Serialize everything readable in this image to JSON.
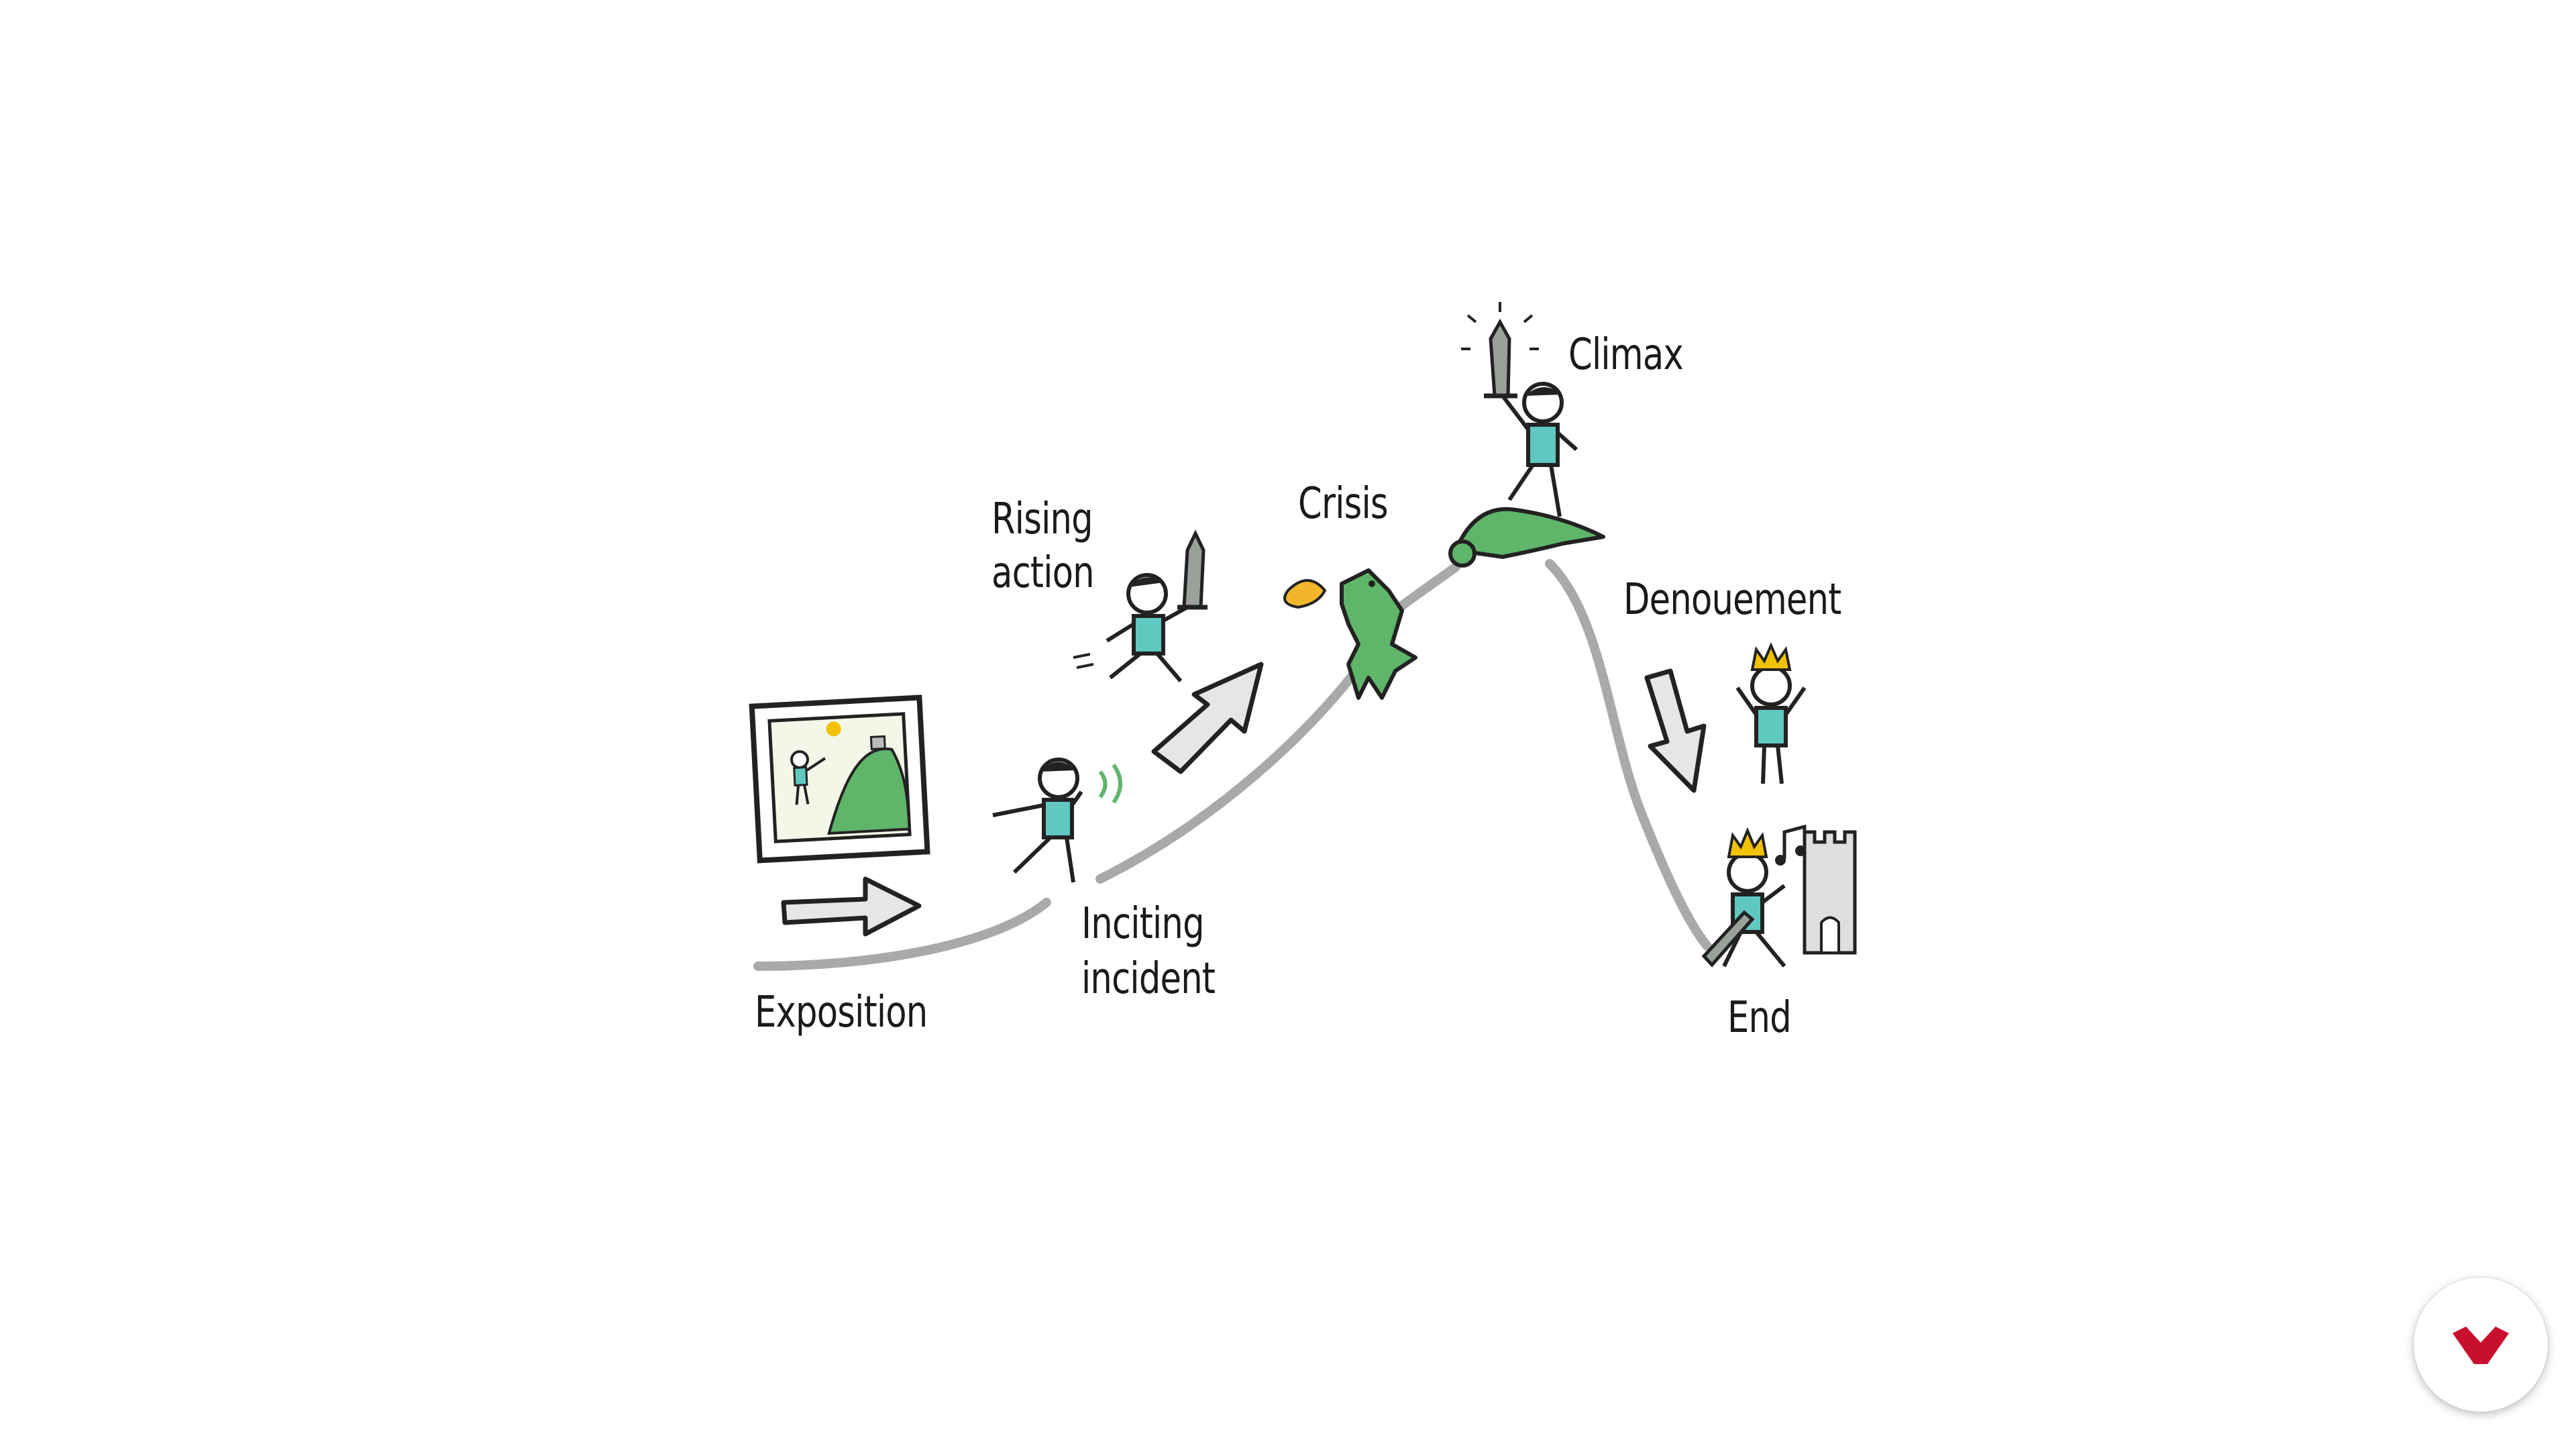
{
  "stages": {
    "exposition": "Exposition",
    "inciting_line1": "Inciting",
    "inciting_line2": "incident",
    "rising_line1": "Rising",
    "rising_line2": "action",
    "crisis": "Crisis",
    "climax": "Climax",
    "denouement": "Denouement",
    "end": "End"
  },
  "colors": {
    "line": "#a9a9a9",
    "shirt": "#5fc8c0",
    "dragon": "#5fb56a",
    "crown": "#f2c200",
    "fire": "#f1b62b",
    "brand": "#c8102e"
  },
  "fab": {
    "icon": "brand-logo-icon"
  }
}
